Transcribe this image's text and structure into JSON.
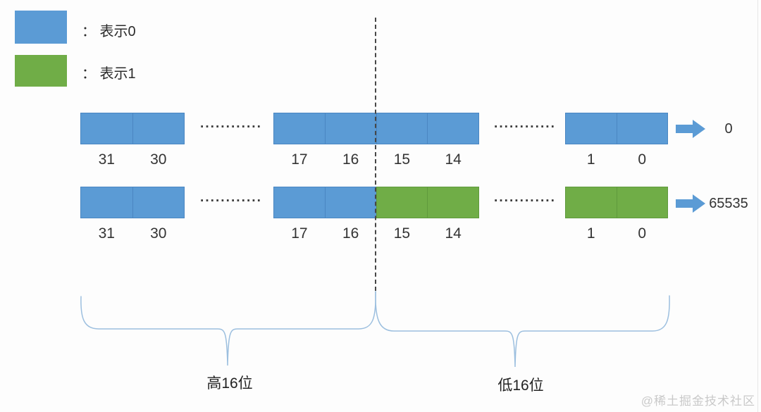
{
  "legend": {
    "items": [
      {
        "name": "represents-0",
        "swatch_color": "#5b9bd5",
        "label": "： 表示0"
      },
      {
        "name": "represents-1",
        "swatch_color": "#70ad47",
        "label": "： 表示1"
      }
    ]
  },
  "colors": {
    "bit0": "#5b9bd5",
    "bit0_border": "#4a86c2",
    "bit1": "#70ad47",
    "bit1_border": "#5f9a3d",
    "arrow": "#5b9bd5",
    "brace": "#9cbfdf"
  },
  "rows": [
    {
      "name": "all-zero-row",
      "result": "0",
      "dots": "············",
      "groups": [
        {
          "cells": [
            {
              "bit": "31",
              "value": 0
            },
            {
              "bit": "30",
              "value": 0
            }
          ]
        },
        {
          "cells": [
            {
              "bit": "17",
              "value": 0
            },
            {
              "bit": "16",
              "value": 0
            },
            {
              "bit": "15",
              "value": 0
            },
            {
              "bit": "14",
              "value": 0
            }
          ]
        },
        {
          "cells": [
            {
              "bit": "1",
              "value": 0
            },
            {
              "bit": "0",
              "value": 0
            }
          ]
        }
      ]
    },
    {
      "name": "low-16-ones-row",
      "result": "65535",
      "dots": "············",
      "groups": [
        {
          "cells": [
            {
              "bit": "31",
              "value": 0
            },
            {
              "bit": "30",
              "value": 0
            }
          ]
        },
        {
          "cells": [
            {
              "bit": "17",
              "value": 0
            },
            {
              "bit": "16",
              "value": 0
            },
            {
              "bit": "15",
              "value": 1
            },
            {
              "bit": "14",
              "value": 1
            }
          ]
        },
        {
          "cells": [
            {
              "bit": "1",
              "value": 1
            },
            {
              "bit": "0",
              "value": 1
            }
          ]
        }
      ]
    }
  ],
  "braces": {
    "high": "高16位",
    "low": "低16位"
  },
  "watermark": "@稀土掘金技术社区"
}
